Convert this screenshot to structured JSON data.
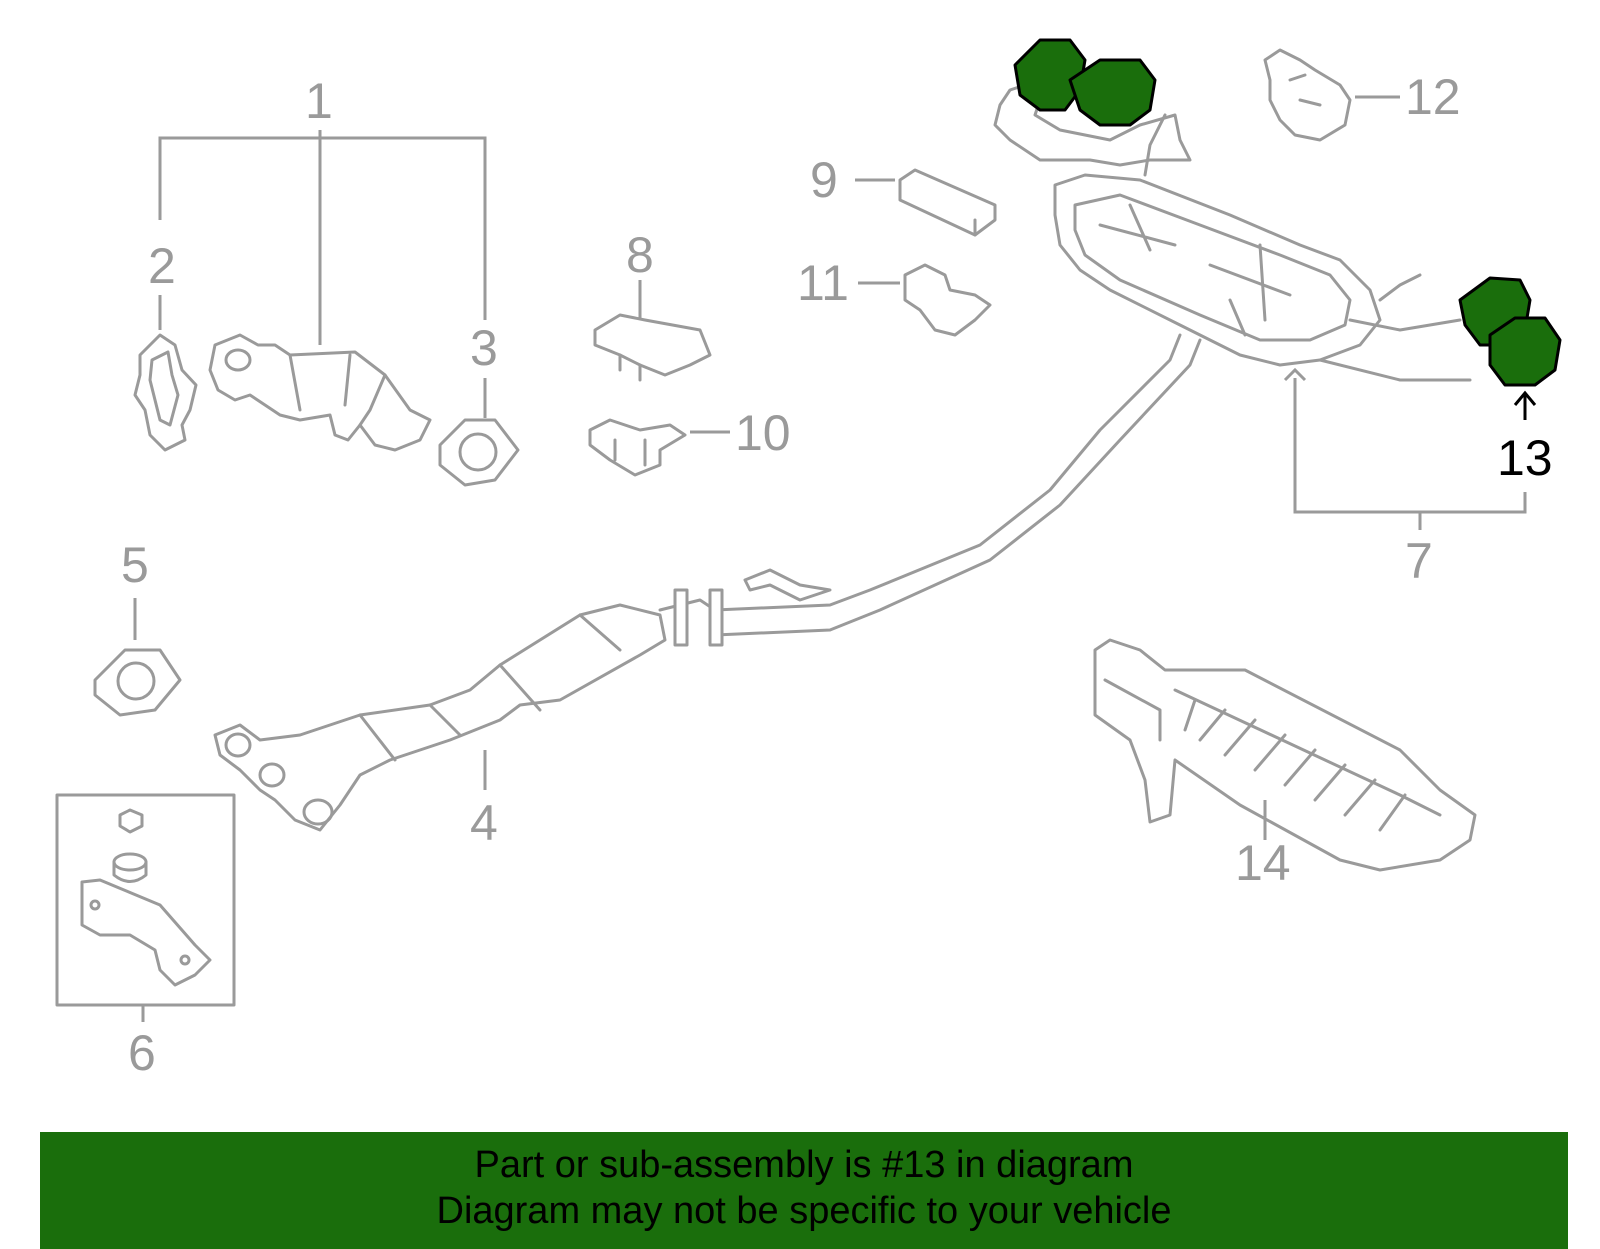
{
  "callouts": {
    "n1": "1",
    "n2": "2",
    "n3": "3",
    "n4": "4",
    "n5": "5",
    "n6": "6",
    "n7": "7",
    "n8": "8",
    "n9": "9",
    "n10": "10",
    "n11": "11",
    "n12": "12",
    "n13": "13",
    "n14": "14"
  },
  "highlighted_part": "13",
  "colors": {
    "highlight": "#1a6e0c",
    "line_gray": "#9a9a9a",
    "banner": "#1a6e0c"
  },
  "banner": {
    "line1": "Part or sub-assembly is #13 in diagram",
    "line2": "Diagram may not be specific to your vehicle"
  }
}
